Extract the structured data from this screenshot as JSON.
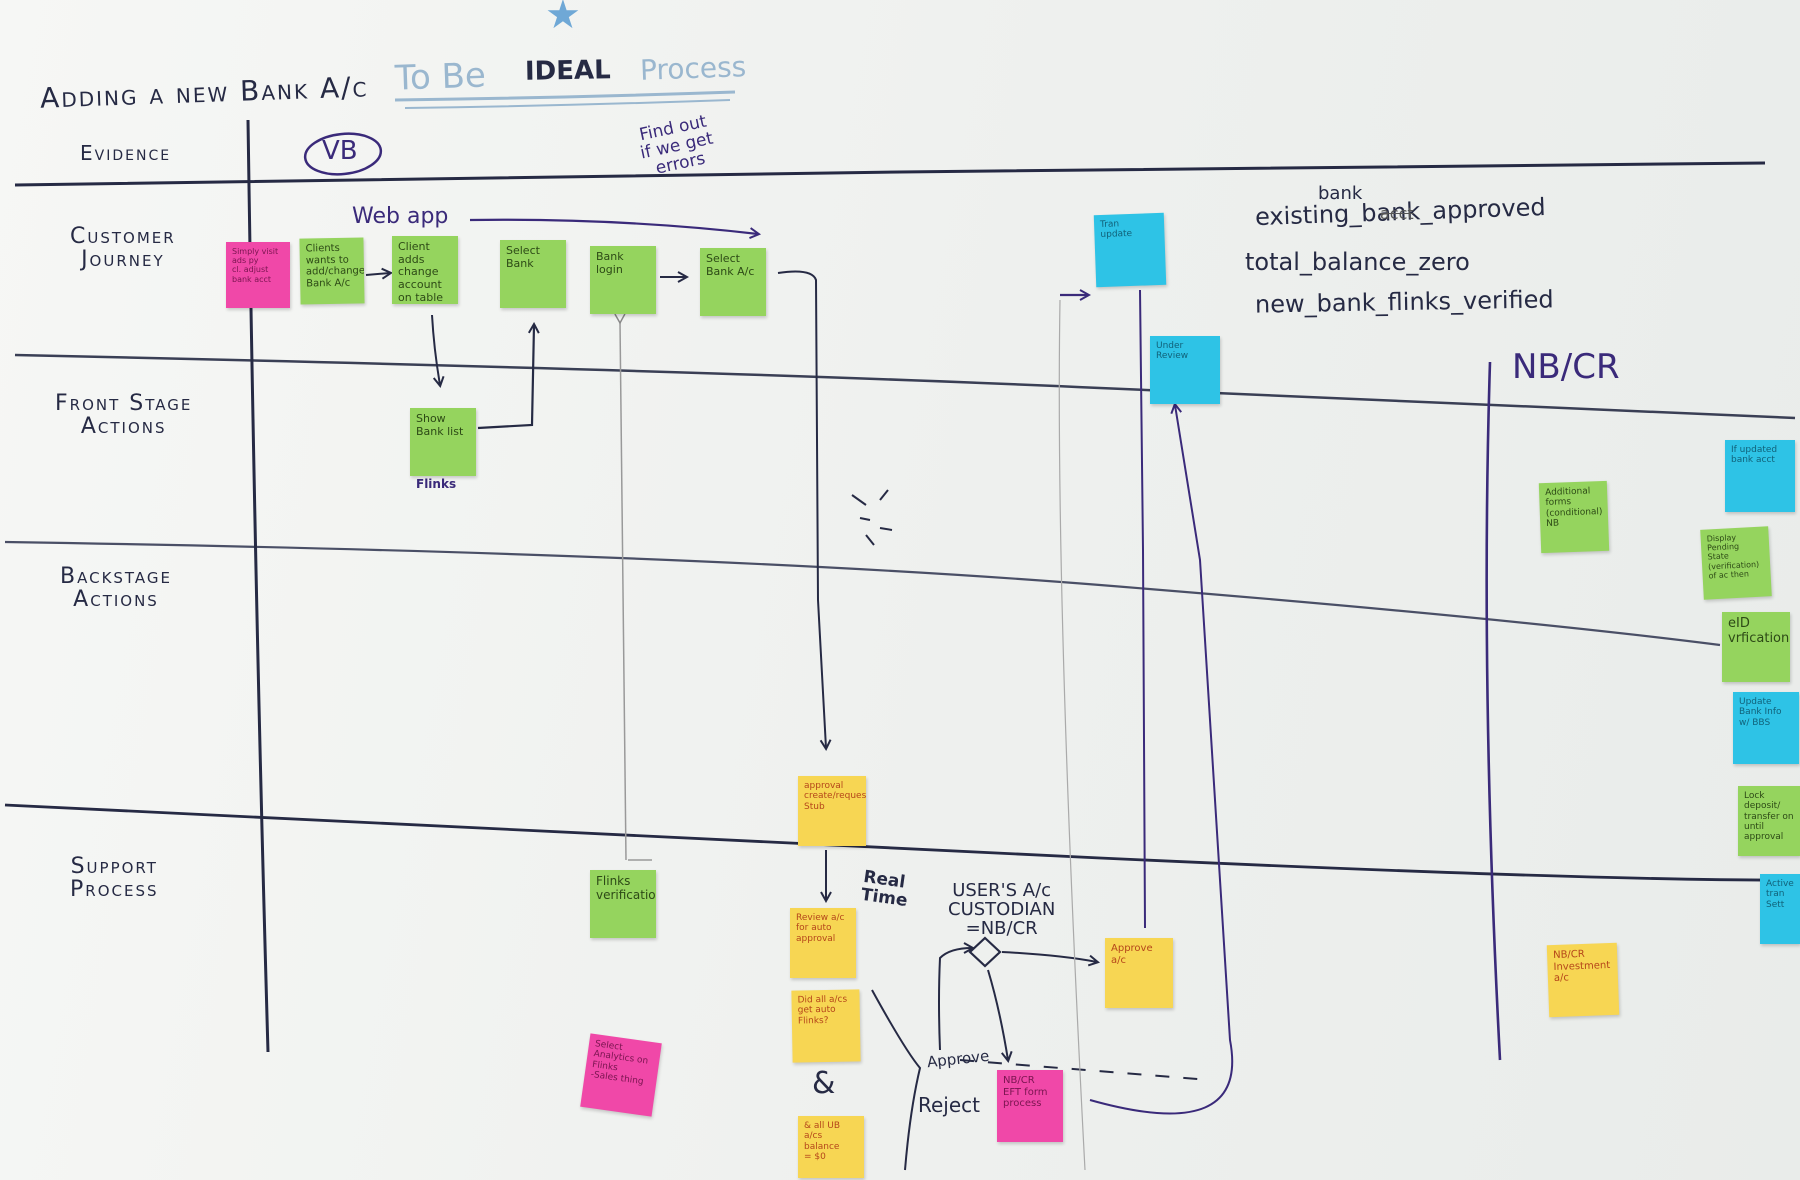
{
  "title": "Adding a new Bank A/c",
  "subtitle_parts": {
    "to_be": "To Be",
    "ideal": "IDEAL",
    "process": "Process"
  },
  "circled_label": "VB",
  "note_errors": "Find out\nif we get\nerrors",
  "label_webapp": "Web app",
  "label_flinks": "Flinks",
  "label_nbcr": "NB/CR",
  "label_realtime": "Real\nTime",
  "label_custodian": "USER'S A/c\nCUSTODIAN\n=NB/CR",
  "label_approve": "Approve",
  "label_reject": "Reject",
  "label_and": "&",
  "conditions": [
    "existing_bank_approved",
    "total_balance_zero",
    "new_bank_flinks_verified"
  ],
  "condition_strike": "acct",
  "condition_insert": "bank",
  "lanes": {
    "evidence": "Evidence",
    "customer_journey": "Customer\nJourney",
    "frontstage": "Front Stage\nActions",
    "backstage": "Backstage\nActions",
    "support": "Support\nProcess"
  },
  "stickies": {
    "pink_start": "Simply visit\nads py\ncl. adjust\nbank acct",
    "clients_wants": "Clients\nwants to\nadd/change\nBank A/c",
    "client_change": "Client adds\nchange\naccount\non table",
    "select_bank": "Select\nBank",
    "bank_login": "Bank\nlogin",
    "select_bank_ac": "Select\nBank A/c",
    "show_bank_list": "Show\nBank list",
    "cyan_top": "Tran\nupdate",
    "cyan_under_review": "Under\nReview",
    "approval": "approval\ncreate/request\nStub",
    "review_auto": "Review a/c\nfor auto\napproval",
    "did_all": "Did all a/cs\nget auto\nFlinks?",
    "all_balance": "& all UB\na/cs balance\n= $0",
    "flinks_verification": "Flinks\nverification",
    "pink_analytics": "Select\nAnalytics on\nFlinks\n-Sales thing",
    "approve_ac": "Approve\na/c",
    "nbcr_eft": "NB/CR\nEFT form\nprocess",
    "additional_forms": "Additional\nforms\n(conditional)\nNB",
    "display_pending": "Display\nPending\nState\n(verification)\nof ac then",
    "eid_verification": "eID\nvrfication",
    "update_bank_info": "Update\nBank Info\nw/ BBS",
    "lock_deposit": "Lock\ndeposit/\ntransfer on\nuntil approval",
    "cyan_right_top": "If updated\nbank acct",
    "cyan_right_bottom": "Active\ntran\nSett",
    "nbcr_yellow": "NB/CR\nInvestment\na/c"
  },
  "colors": {
    "green": "#95d45e",
    "yellow": "#f7d653",
    "pink": "#f048a8",
    "cyan": "#2ec3e6",
    "marker_black": "#262a44",
    "marker_purple": "#3a2a7a"
  }
}
